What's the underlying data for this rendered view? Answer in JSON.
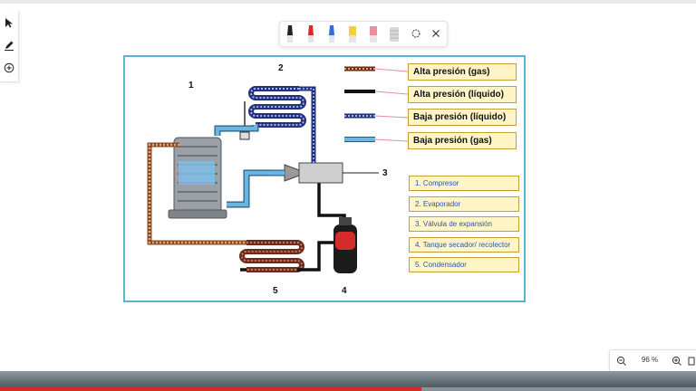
{
  "legend": [
    {
      "label": "Alta presión  (gas)",
      "line": "dotted-red"
    },
    {
      "label": "Alta presión  (líquido)",
      "line": "solid-black"
    },
    {
      "label": "Baja presión  (líquido)",
      "line": "dotted-blue"
    },
    {
      "label": "Baja presión  (gas)",
      "line": "solid-lightblue"
    }
  ],
  "components": [
    "1. Compresor",
    "2. Evaporador",
    "3. Válvula de expansión",
    "4. Tanque secador/ recolector",
    "5. Condensador"
  ],
  "numbers": {
    "compressor": "1",
    "evaporator": "2",
    "valve": "3",
    "tank": "4",
    "condenser": "5"
  },
  "zoom": {
    "value": "96 %"
  },
  "pen_tools": [
    {
      "name": "black-pen-icon",
      "color": "#222222"
    },
    {
      "name": "red-pen-icon",
      "color": "#d22c2c"
    },
    {
      "name": "blue-pen-icon",
      "color": "#2f6fd6"
    },
    {
      "name": "yellow-highlighter-icon",
      "color": "#f2d23a"
    },
    {
      "name": "pink-highlighter-icon",
      "color": "#f28aa0"
    },
    {
      "name": "eraser-icon",
      "color": "#cfcfcf"
    }
  ],
  "colors": {
    "frame": "#5ab3cf",
    "hp_gas": "#c8532e",
    "hp_liquid": "#111111",
    "lp_liquid": "#24307a",
    "lp_gas": "#69b7e1",
    "accent_red": "#d42b2b"
  }
}
